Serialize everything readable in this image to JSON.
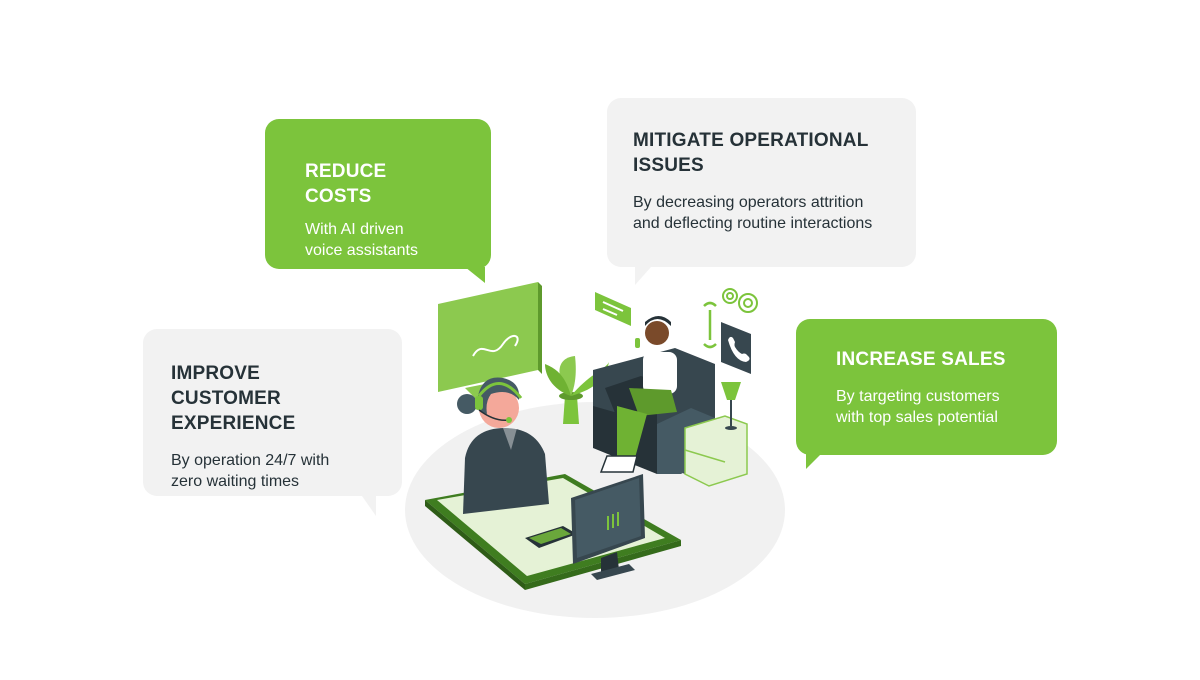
{
  "cards": {
    "reduce_costs": {
      "title": "REDUCE COSTS",
      "body": "With AI driven\nvoice assistants"
    },
    "mitigate": {
      "title": "MITIGATE OPERATIONAL\nISSUES",
      "body": "By decreasing operators attrition\nand deflecting routine interactions"
    },
    "improve": {
      "title": "IMPROVE CUSTOMER\nEXPERIENCE",
      "body": "By operation 24/7 with\nzero waiting times"
    },
    "sales": {
      "title": "INCREASE SALES",
      "body": "By targeting customers\nwith top sales potential"
    }
  },
  "colors": {
    "accent": "#7cc43c",
    "card_grey": "#f2f2f2",
    "text_dark": "#263238",
    "dark_green": "#3f7d20"
  },
  "icons": [
    "chat-bubble-icon",
    "phone-icon",
    "gear-icon",
    "wrench-icon",
    "message-icon"
  ]
}
